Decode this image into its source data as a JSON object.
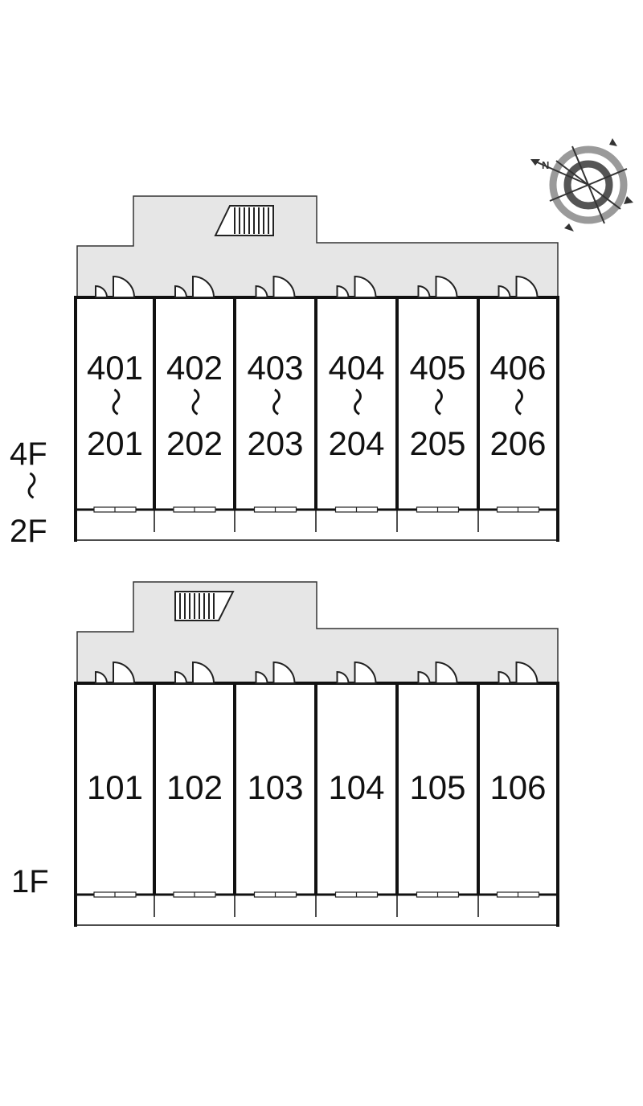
{
  "upper_block": {
    "floor_label_top": "4F",
    "floor_label_sep": "〜",
    "floor_label_bottom": "2F",
    "units": [
      {
        "top": "401",
        "sep": "〜",
        "bottom": "201"
      },
      {
        "top": "402",
        "sep": "〜",
        "bottom": "202"
      },
      {
        "top": "403",
        "sep": "〜",
        "bottom": "203"
      },
      {
        "top": "404",
        "sep": "〜",
        "bottom": "204"
      },
      {
        "top": "405",
        "sep": "〜",
        "bottom": "205"
      },
      {
        "top": "406",
        "sep": "〜",
        "bottom": "206"
      }
    ]
  },
  "lower_block": {
    "floor_label": "1F",
    "units": [
      {
        "label": "101"
      },
      {
        "label": "102"
      },
      {
        "label": "103"
      },
      {
        "label": "104"
      },
      {
        "label": "105"
      },
      {
        "label": "106"
      }
    ]
  },
  "compass": {
    "north_label": "N",
    "icon": "compass-rose-icon"
  },
  "colors": {
    "corridor": "#e6e6e6",
    "wall": "#111111",
    "compass_gray": "#9a9a9a",
    "compass_dark": "#555555"
  }
}
